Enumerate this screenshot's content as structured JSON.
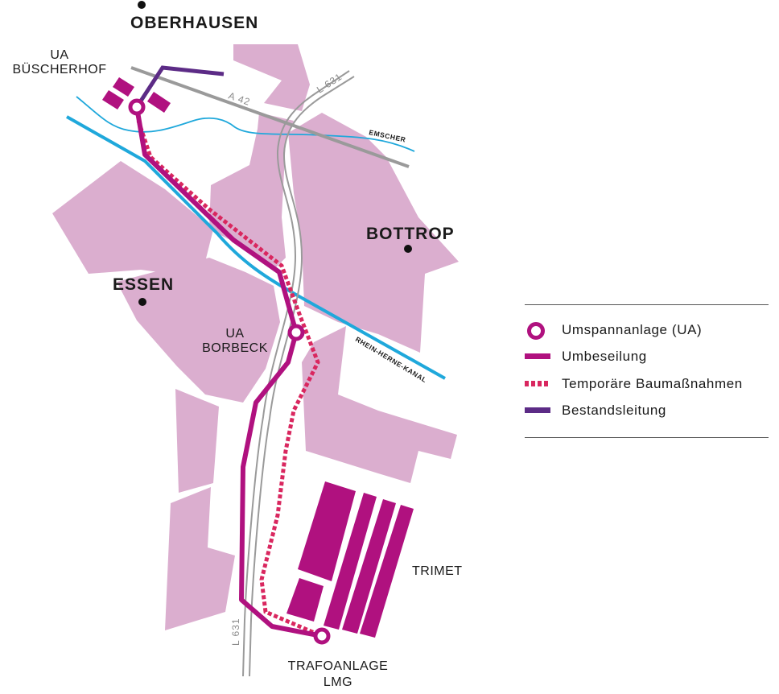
{
  "colors": {
    "area": "#dbaecf",
    "umbeseilung": "#b0117f",
    "temporaer": "#d9275f",
    "bestand": "#5c2b86",
    "water": "#1fa8db",
    "road": "#9a9a9a",
    "trimet_block": "#b0117f"
  },
  "places": {
    "oberhausen": "OBERHAUSEN",
    "bottrop": "BOTTROP",
    "essen": "ESSEN",
    "trimet": "TRIMET"
  },
  "stations": {
    "buescherhof_line1": "UA",
    "buescherhof_line2": "BÜSCHERHOF",
    "borbeck_line1": "UA",
    "borbeck_line2": "BORBECK",
    "lmg_line1": "TRAFOANLAGE",
    "lmg_line2": "LMG"
  },
  "roads": {
    "a42": "A 42",
    "l631_top": "L 631",
    "l631_bottom": "L 631"
  },
  "waters": {
    "emscher": "EMSCHER",
    "kanal": "RHEIN-HERNE-KANAL"
  },
  "legend": {
    "items": [
      {
        "icon": "substation-ring-icon",
        "label": "Umspannanlage (UA)"
      },
      {
        "icon": "solid-magenta-line-icon",
        "label": "Umbeseilung"
      },
      {
        "icon": "dotted-red-line-icon",
        "label": "Temporäre Baumaßnahmen"
      },
      {
        "icon": "solid-purple-line-icon",
        "label": "Bestandsleitung"
      }
    ]
  }
}
